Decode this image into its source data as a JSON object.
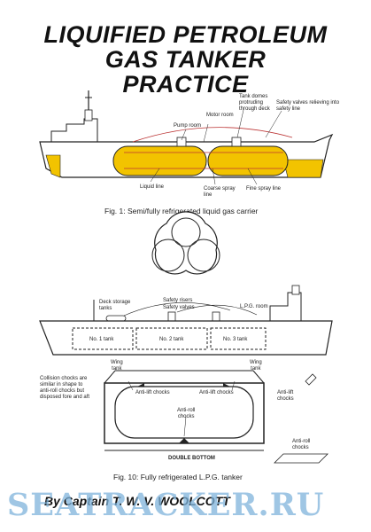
{
  "title_lines": [
    "LIQUIFIED PETROLEUM",
    "GAS TANKER",
    "PRACTICE"
  ],
  "figure1": {
    "caption": "Fig. 1:  Semi/fully refrigerated liquid gas carrier",
    "labels": {
      "tank_domes": "Tank domes\nprotruding\nthrough deck",
      "safety_valves": "Safety valves relieving into\nsafety line",
      "motor_room": "Motor room",
      "pump_room": "Pump room",
      "liquid_line": "Liquid line",
      "coarse_spray": "Coarse spray\nline",
      "fine_spray": "Fine spray line"
    }
  },
  "figure10": {
    "caption": "Fig. 10:  Fully refrigerated L.P.G. tanker",
    "labels": {
      "deck_storage": "Deck storage\ntanks",
      "safety_risers": "Safety risers",
      "safety_valves": "Safety valves",
      "lpg_room": "L.P.G. room",
      "tank1": "No. 1 tank",
      "tank2": "No. 2 tank",
      "tank3": "No. 3 tank",
      "wing_tank_left": "Wing\ntank",
      "wing_tank_right": "Wing\ntank",
      "collision_note": "Collision chocks are\nsimilar in shape to\nanti-roll chocks but\ndisposed fore and aft",
      "anti_lift_left": "Anti-lift chocks",
      "anti_lift_right": "Anti-lift chocks",
      "anti_lift_side": "Anti-lift\nchocks",
      "anti_roll_center": "Anti-roll\nchocks",
      "anti_roll_side": "Anti-roll\nchocks",
      "double_bottom": "DOUBLE BOTTOM"
    }
  },
  "author": "By Captain T. W. V. WOOLCOTT",
  "watermark": "SEATRACKER.RU",
  "colors": {
    "tank_fill": "#f2c300",
    "watermark": "#7fb4dc"
  }
}
